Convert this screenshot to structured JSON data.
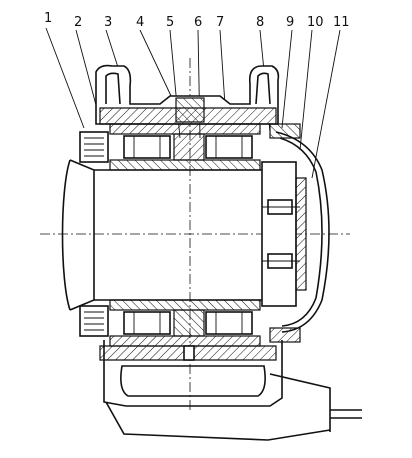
{
  "callouts": [
    {
      "label": "1"
    },
    {
      "label": "2"
    },
    {
      "label": "3"
    },
    {
      "label": "4"
    },
    {
      "label": "5"
    },
    {
      "label": "6"
    },
    {
      "label": "7"
    },
    {
      "label": "8"
    },
    {
      "label": "9"
    },
    {
      "label": "10"
    },
    {
      "label": "11"
    }
  ],
  "colors": {
    "ink": "#111111",
    "paper": "#ffffff"
  }
}
